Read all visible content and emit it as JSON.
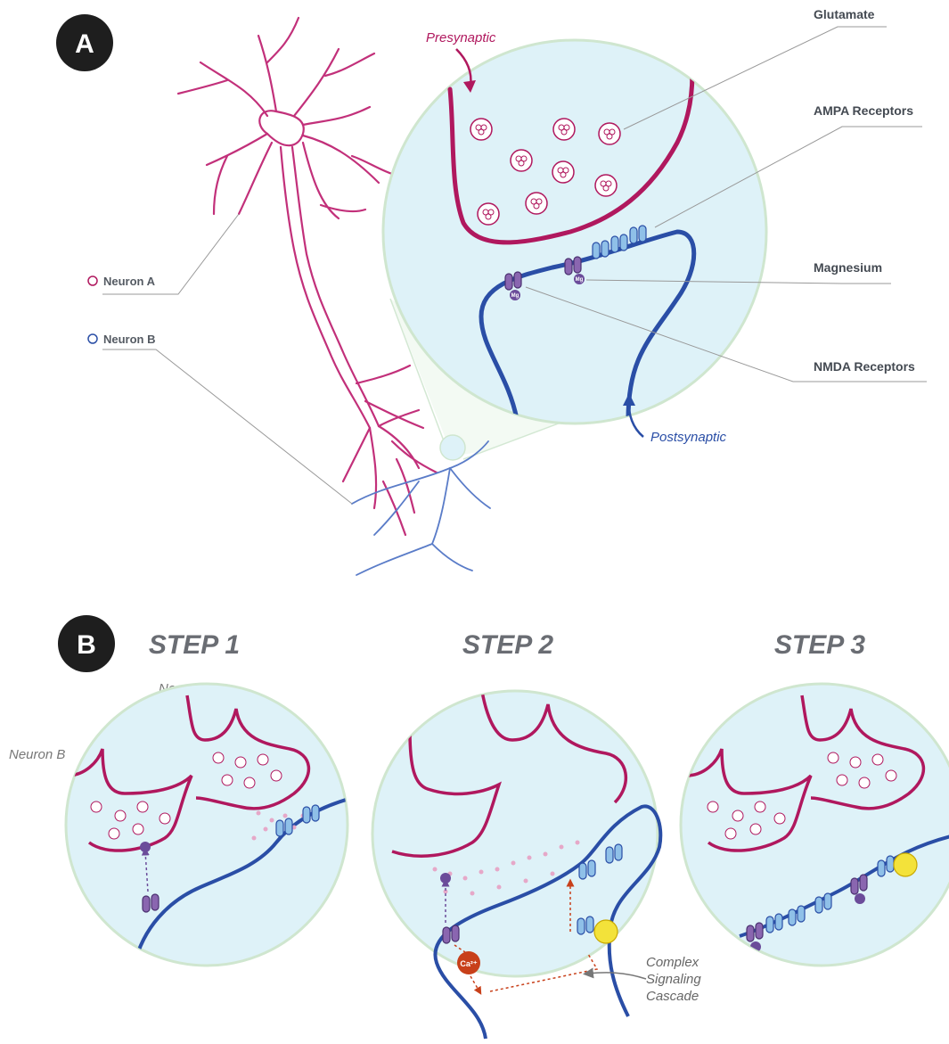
{
  "panel_a": {
    "badge": "A",
    "labels": {
      "glutamate": "Glutamate",
      "ampa": "AMPA Receptors",
      "magnesium": "Magnesium",
      "nmda": "NMDA Receptors",
      "neuron_a": "Neuron A",
      "neuron_b": "Neuron B",
      "presynaptic": "Presynaptic",
      "postsynaptic": "Postsynaptic"
    },
    "mg_marker": "Mg"
  },
  "panel_b": {
    "badge": "B",
    "steps": [
      "STEP 1",
      "STEP 2",
      "STEP 3"
    ],
    "neuron_a": "Neuron A",
    "neuron_b": "Neuron B",
    "calcium": "Ca²⁺",
    "cascade_lines": [
      "Complex",
      "Signaling",
      "Cascade"
    ]
  },
  "colors": {
    "neuron_a": "#b0185e",
    "neuron_b": "#2a4ea6",
    "circle_fill": "#def2f8",
    "circle_stroke": "#cfe6cf",
    "leader": "#999999",
    "ampa": "#8fc0e8",
    "nmda": "#8a66b0",
    "calcium": "#c8401a",
    "signal_protein": "#f3e23a"
  }
}
